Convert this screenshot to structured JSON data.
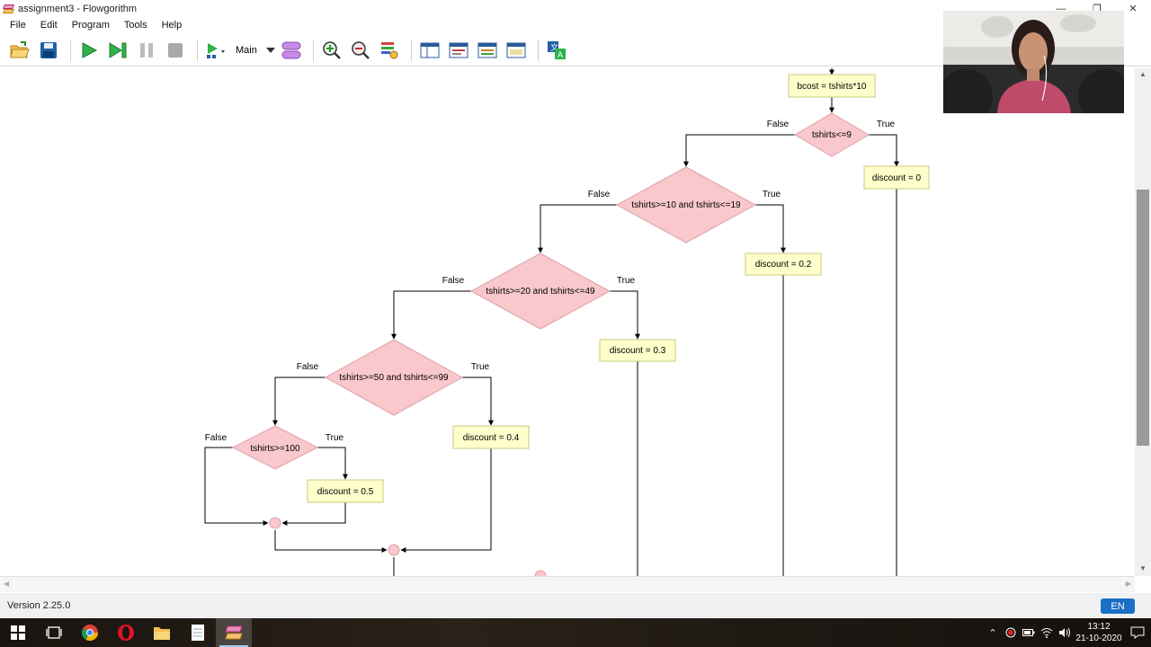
{
  "window": {
    "title": "assignment3 - Flowgorithm",
    "controls": [
      "—",
      "❐",
      "✕"
    ]
  },
  "menu": [
    "File",
    "Edit",
    "Program",
    "Tools",
    "Help"
  ],
  "toolbar": {
    "function_select": "Main"
  },
  "flowchart": {
    "assign_bcost": "bcost = tshirts*10",
    "if1": {
      "cond": "tshirts<=9",
      "false_label": "False",
      "true_label": "True"
    },
    "d0": "discount = 0",
    "if2": {
      "cond": "tshirts>=10 and tshirts<=19",
      "false_label": "False",
      "true_label": "True"
    },
    "d2": "discount = 0.2",
    "if3": {
      "cond": "tshirts>=20 and tshirts<=49",
      "false_label": "False",
      "true_label": "True"
    },
    "d3": "discount = 0.3",
    "if4": {
      "cond": "tshirts>=50 and tshirts<=99",
      "false_label": "False",
      "true_label": "True"
    },
    "d4": "discount = 0.4",
    "if5": {
      "cond": "tshirts>=100",
      "false_label": "False",
      "true_label": "True"
    },
    "d5": "discount = 0.5"
  },
  "status": {
    "version": "Version 2.25.0",
    "language": "EN"
  },
  "taskbar": {
    "apps": [
      "windows-start",
      "task-view",
      "chrome",
      "opera",
      "file-explorer",
      "notepad",
      "flowgorithm"
    ],
    "clock_time": "13:12",
    "clock_date": "21-10-2020"
  },
  "colors": {
    "process_fill": "#ffffcc",
    "process_border": "#c8c880",
    "decision_fill": "#f8c8cc",
    "decision_border": "#e0a0a8",
    "line": "#000000",
    "lang_badge": "#1a6fc4"
  }
}
